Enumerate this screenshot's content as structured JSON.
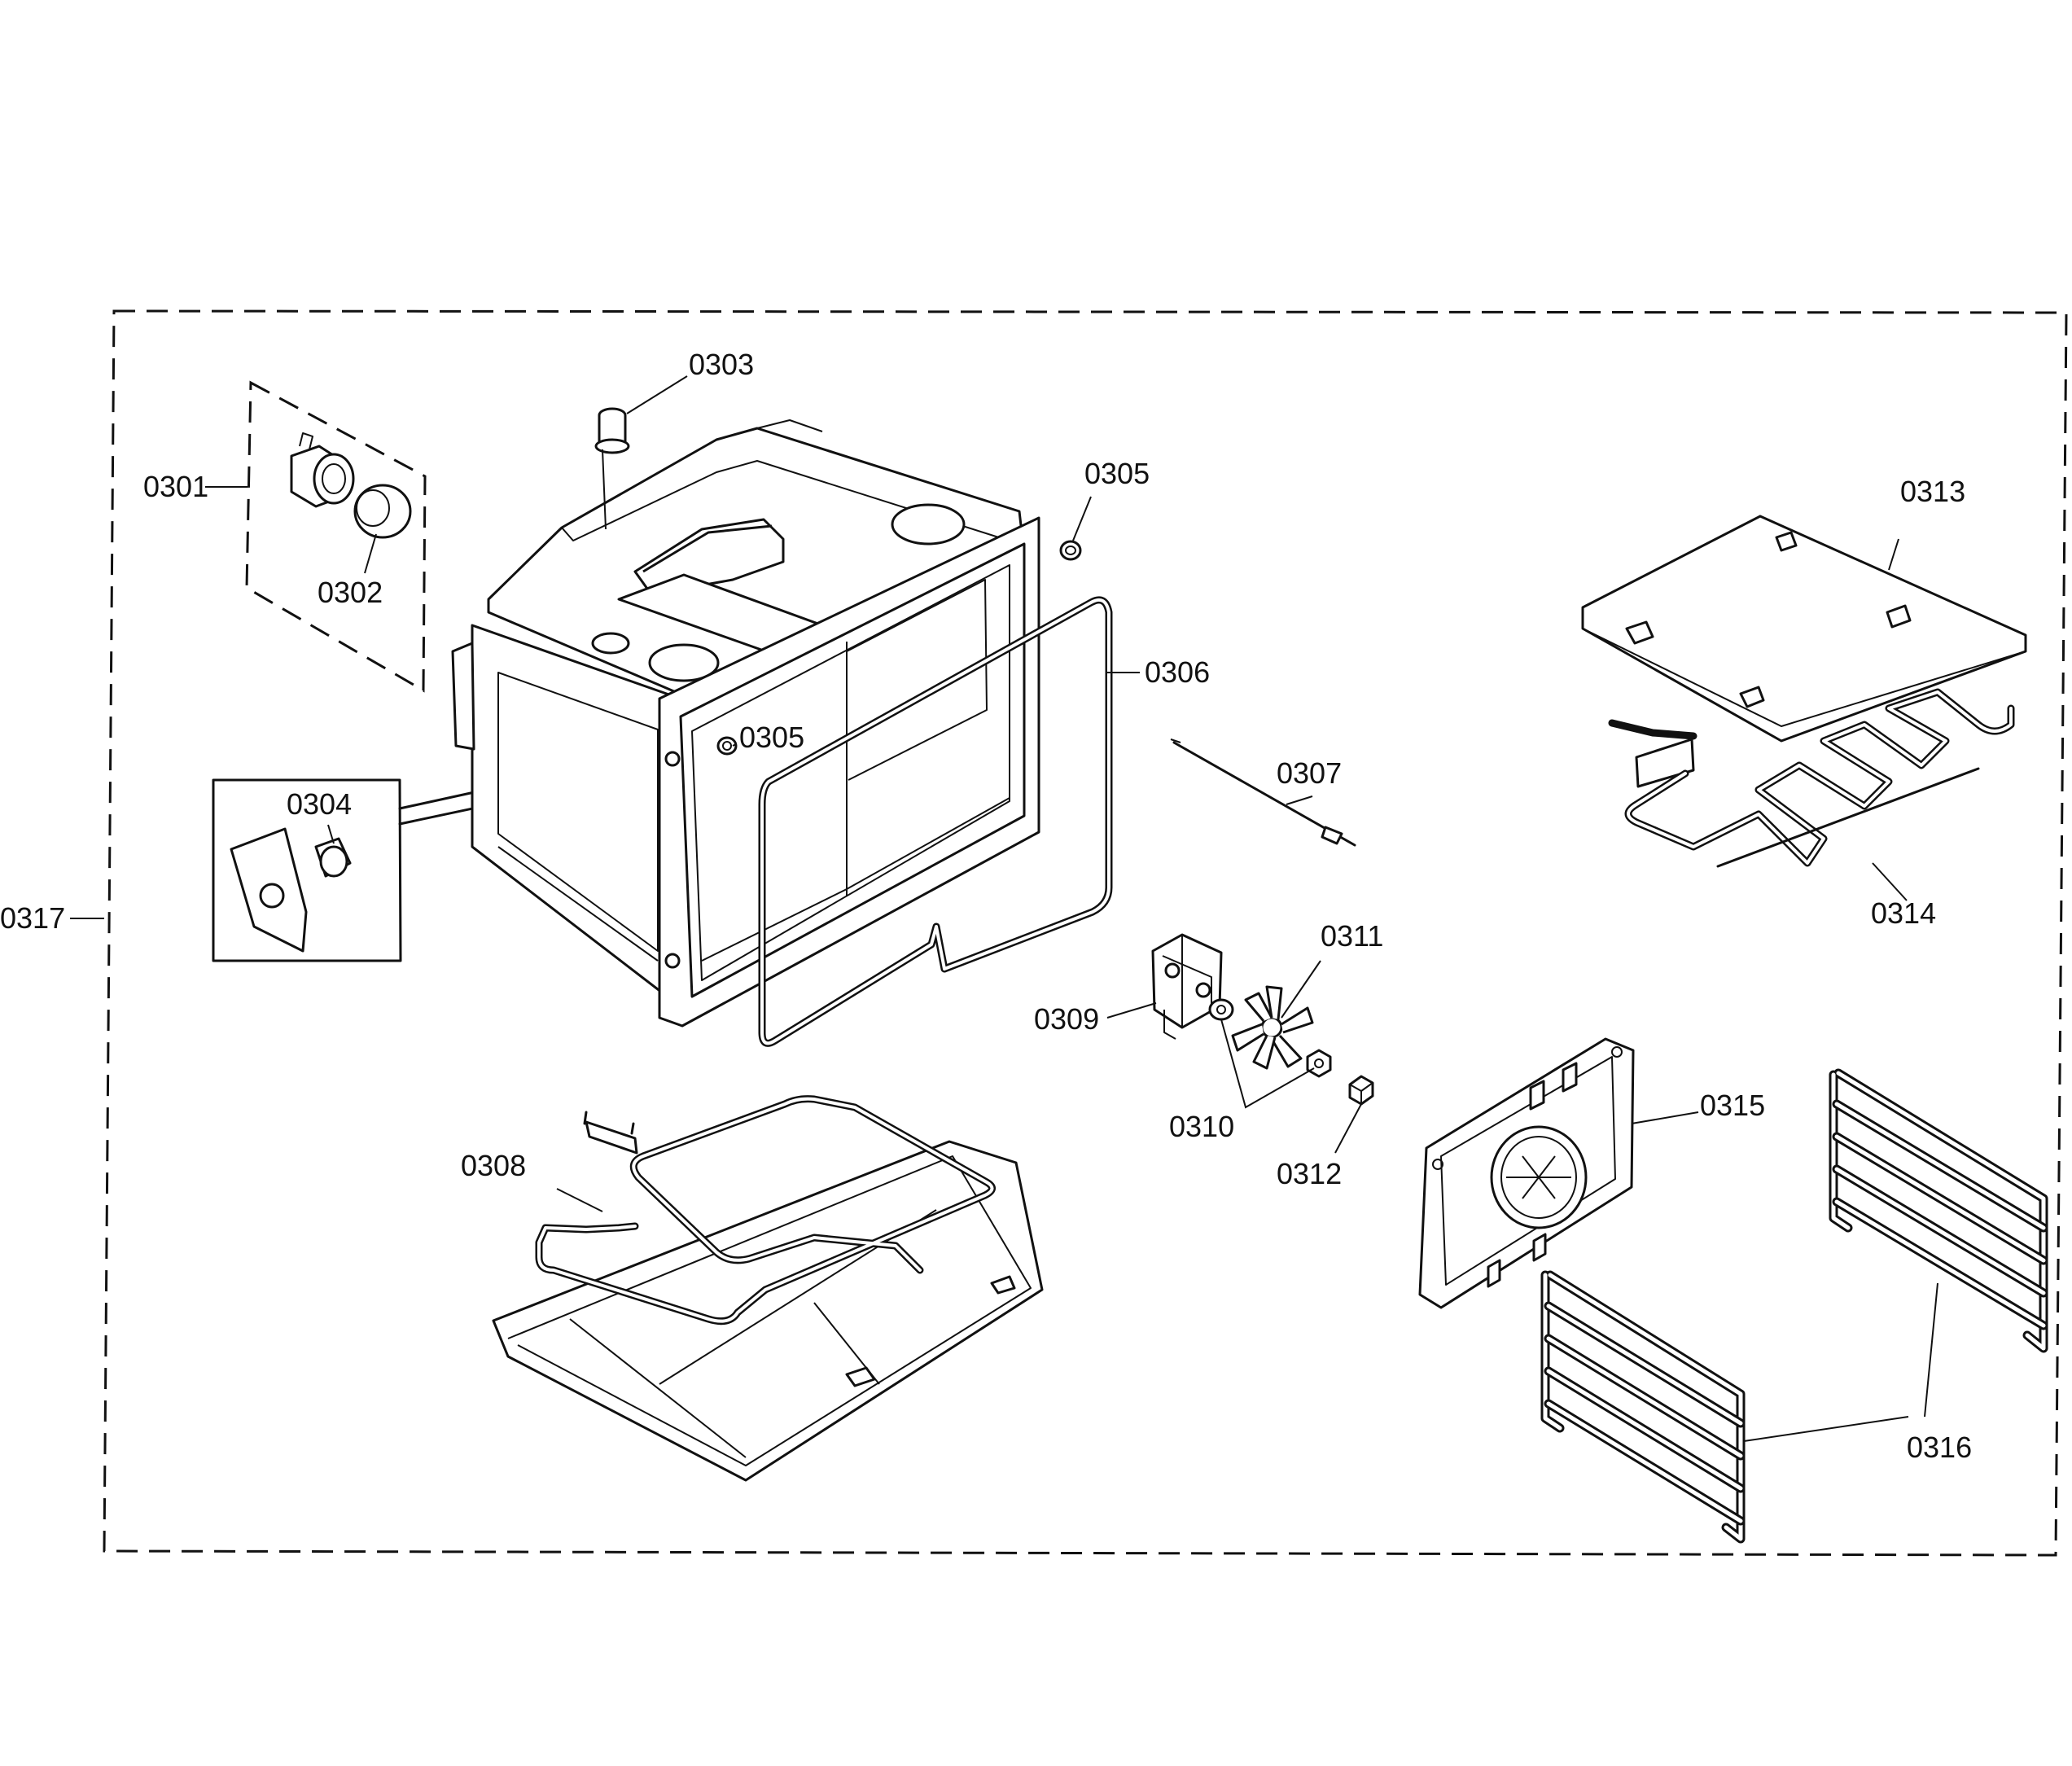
{
  "diagram": {
    "parts": [
      {
        "id": "0301",
        "label": "0301"
      },
      {
        "id": "0302",
        "label": "0302"
      },
      {
        "id": "0303",
        "label": "0303"
      },
      {
        "id": "0304",
        "label": "0304"
      },
      {
        "id": "0305a",
        "label": "0305"
      },
      {
        "id": "0305b",
        "label": "0305"
      },
      {
        "id": "0306",
        "label": "0306"
      },
      {
        "id": "0307",
        "label": "0307"
      },
      {
        "id": "0308",
        "label": "0308"
      },
      {
        "id": "0309",
        "label": "0309"
      },
      {
        "id": "0310",
        "label": "0310"
      },
      {
        "id": "0311",
        "label": "0311"
      },
      {
        "id": "0312",
        "label": "0312"
      },
      {
        "id": "0313",
        "label": "0313"
      },
      {
        "id": "0314",
        "label": "0314"
      },
      {
        "id": "0315",
        "label": "0315"
      },
      {
        "id": "0316",
        "label": "0316"
      },
      {
        "id": "0317",
        "label": "0317"
      }
    ]
  }
}
